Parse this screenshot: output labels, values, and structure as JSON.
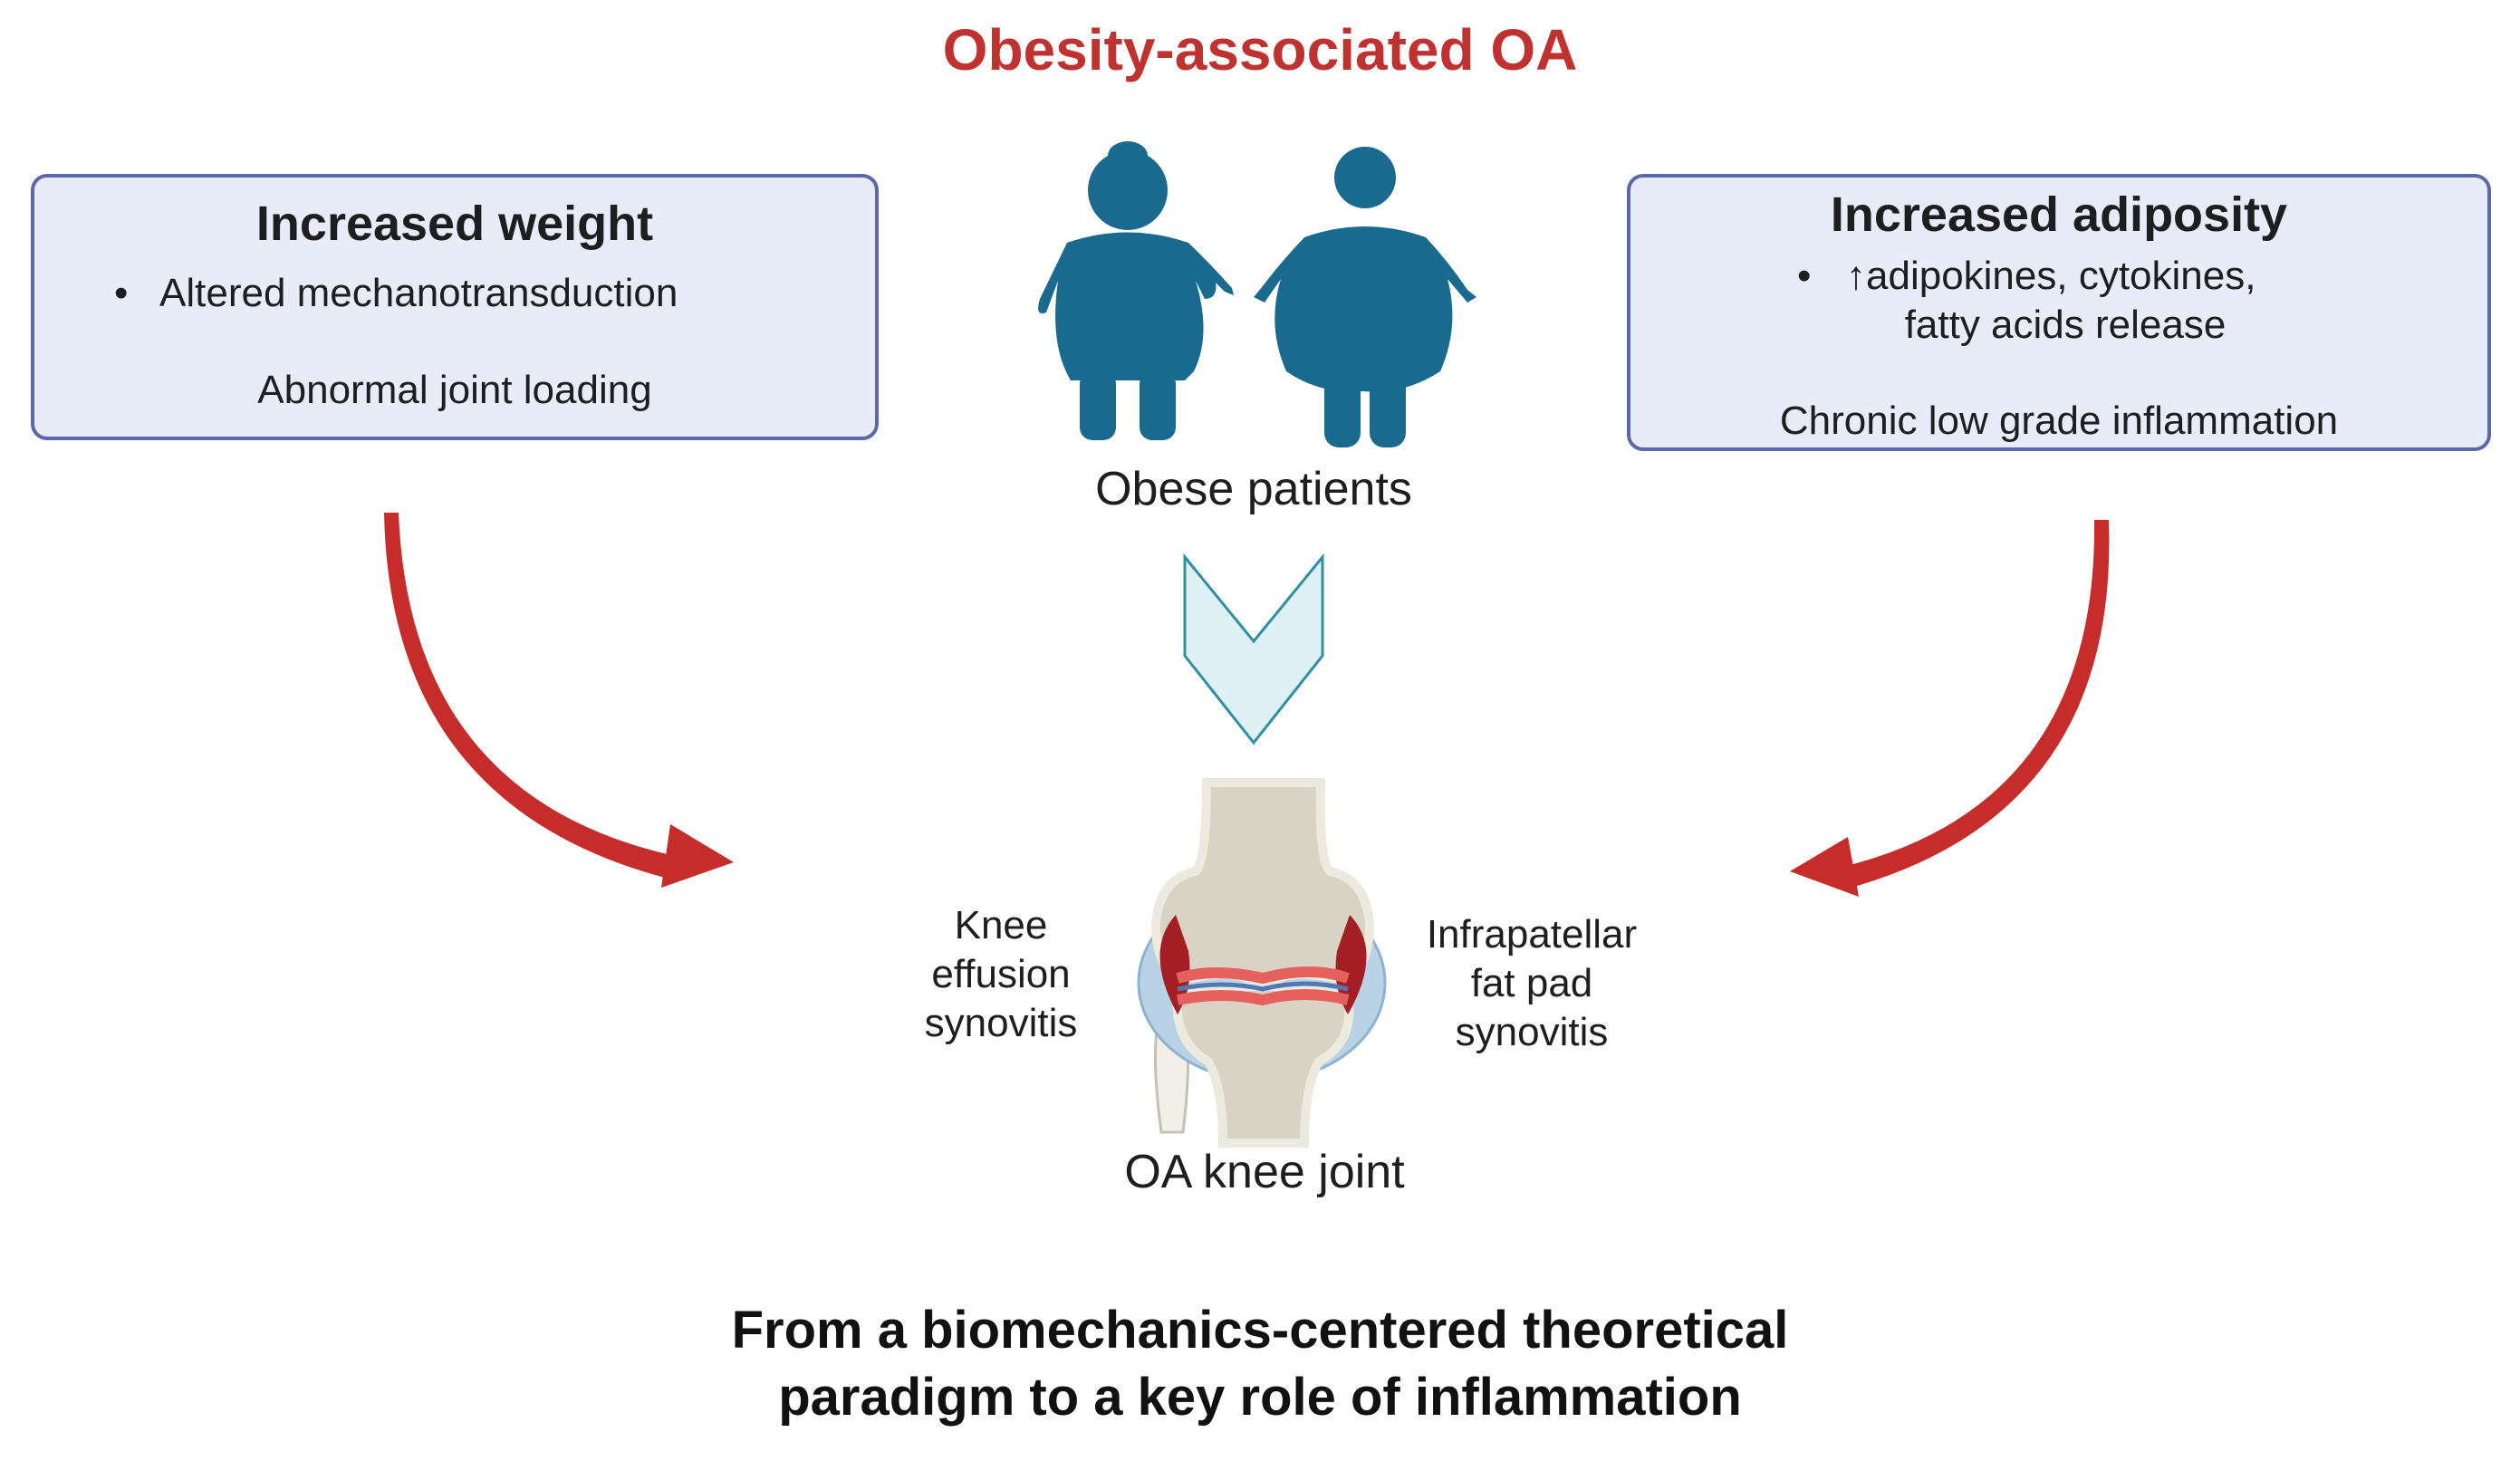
{
  "title": "Obesity-associated OA",
  "left_box": {
    "title": "Increased weight",
    "bullet": "Altered mechanotransduction",
    "outcome": "Abnormal joint loading"
  },
  "right_box": {
    "title": "Increased adiposity",
    "bullet_line1": "↑adipokines, cytokines,",
    "bullet_line2": "fatty acids release",
    "outcome": "Chronic low grade inflammation"
  },
  "patients_label": "Obese patients",
  "knee": {
    "left_line1": "Knee",
    "left_line2": "effusion",
    "left_line3": "synovitis",
    "right_line1": "Infrapatellar",
    "right_line2": "fat pad",
    "right_line3": "synovitis",
    "label": "OA knee joint"
  },
  "footer": {
    "line1": "From a biomechanics-centered theoretical",
    "line2": "paradigm to  a key role of inflammation"
  },
  "colors": {
    "title_red": "#c0322f",
    "arrow_red": "#c62c2a",
    "box_fill": "#e8ebf8",
    "box_border": "#5c69a8",
    "figure_blue": "#1a6a8f",
    "chevron_fill": "#dff1f4",
    "chevron_stroke": "#2f8fa6"
  }
}
